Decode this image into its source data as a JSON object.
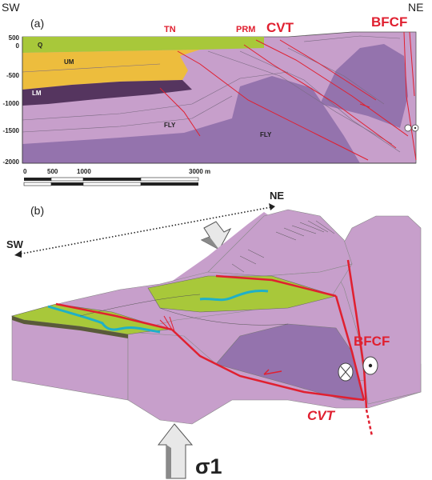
{
  "panel_a": {
    "label": "(a)",
    "dir_left": "SW",
    "dir_right": "NE",
    "y_ticks": [
      "500",
      "0",
      "-500",
      "-1000",
      "-1500",
      "-2000"
    ],
    "units": {
      "q": "Q",
      "um": "UM",
      "lm": "LM",
      "fly1": "FLY",
      "fly2": "FLY"
    },
    "faults": {
      "tn": "TN",
      "prm": "PRM",
      "cvt": "CVT",
      "bfcf": "BFCF"
    },
    "scale": {
      "t0": "0",
      "t500": "500",
      "t1000": "1000",
      "t3000": "3000 m"
    }
  },
  "panel_b": {
    "label": "(b)",
    "dir_ne": "NE",
    "dir_sw": "SW",
    "bfcf": "BFCF",
    "cvt": "CVT",
    "sigma": "σ1"
  },
  "colors": {
    "lilac": "#c79fcb",
    "purple": "#9473ad",
    "dark_purple": "#55355f",
    "yellow": "#edbd3d",
    "green": "#a8c83a",
    "fault_red": "#e02030",
    "river": "#1fb0c8"
  }
}
